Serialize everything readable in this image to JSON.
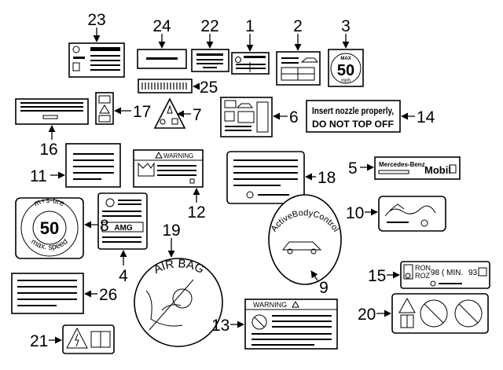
{
  "callouts": [
    "23",
    "24",
    "22",
    "1",
    "2",
    "3",
    "25",
    "17",
    "7",
    "6",
    "14",
    "16",
    "11",
    "12",
    "18",
    "5",
    "10",
    "8",
    "19",
    "4",
    "9",
    "26",
    "15",
    "13",
    "20",
    "21"
  ],
  "labels": {
    "nozzle_line1": "Insert nozzle properly,",
    "nozzle_line2": "DO NOT TOP OFF",
    "warning_12": "WARNING",
    "warning_13": "WARNING",
    "max_label": "MAX",
    "speed_50": "50",
    "mph": "mph",
    "mandb": "Mercedes-Benz",
    "mobil": "Mobil",
    "amg": "AMG",
    "tire_50": "50",
    "mss_tire": "m+s-tire",
    "max_speed": "max. speed",
    "air_bag": "AIR BAG",
    "active_body_control": "ActiveBodyControl",
    "ron": "RON",
    "roz": "ROZ",
    "octane": "98 ( MIN.",
    "min_val": "93"
  },
  "colors": {
    "ink": "#000000",
    "paper": "#ffffff",
    "light": "#e6e6e6"
  }
}
